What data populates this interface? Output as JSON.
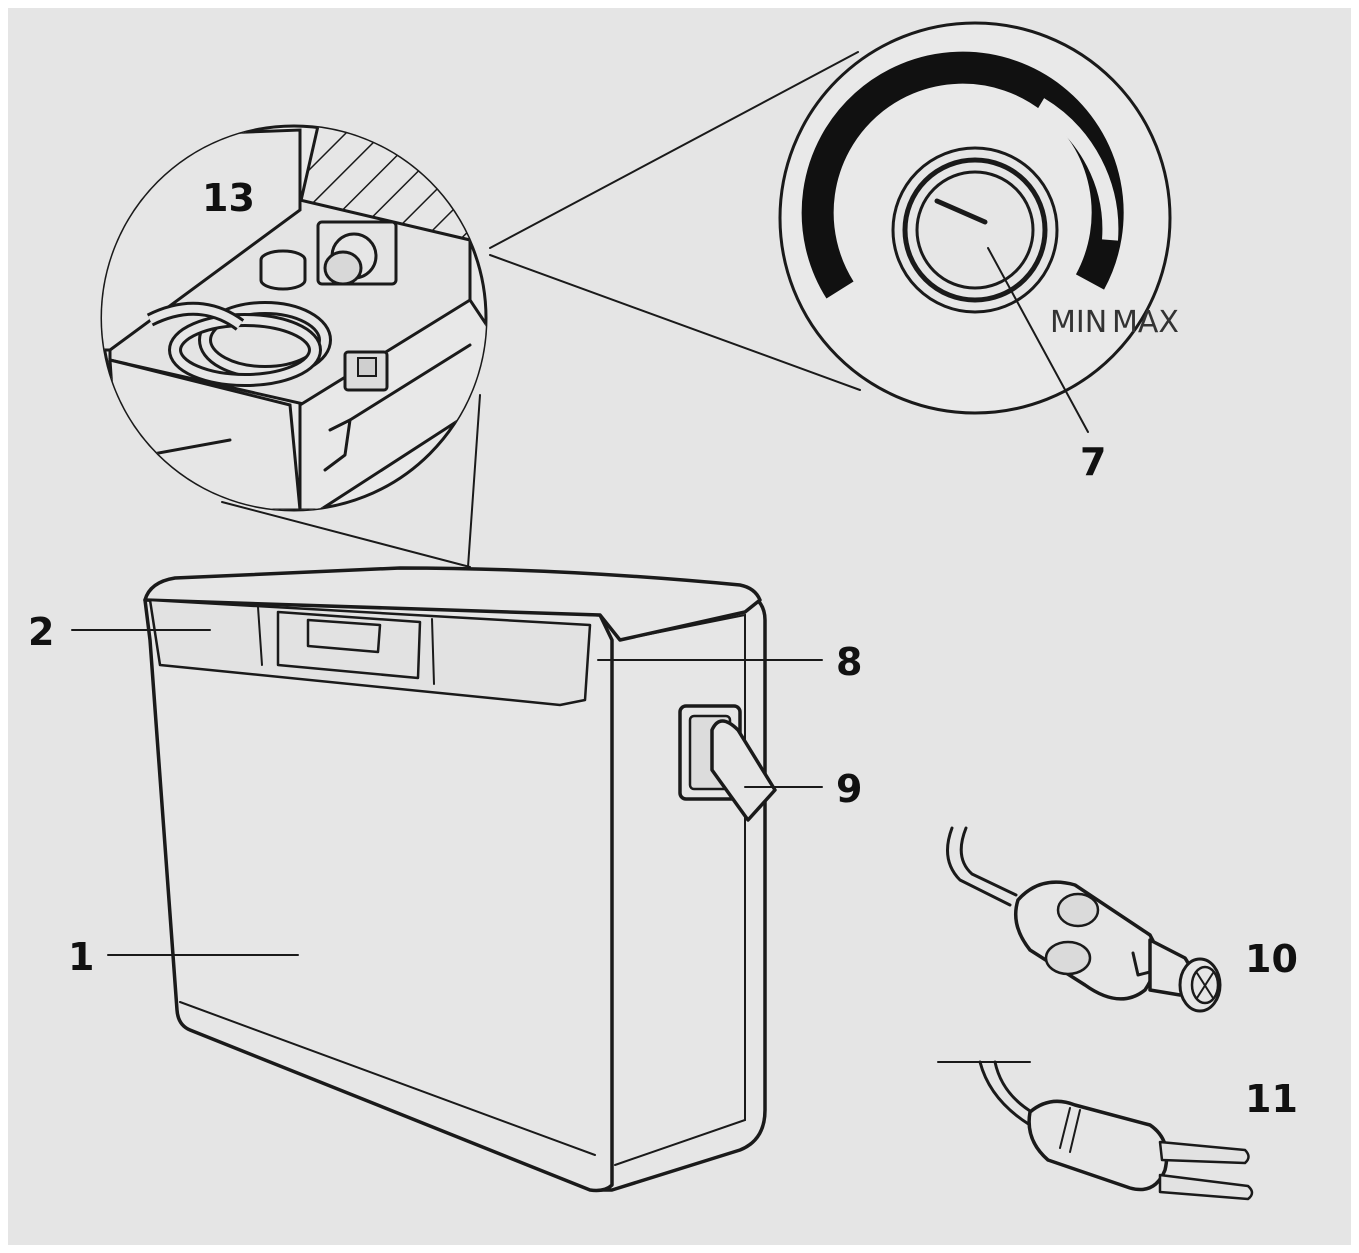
{
  "colors": {
    "background": "#e5e5e5",
    "frame": "#ffffff",
    "ink": "#1a1a1a",
    "dial_arc": "#111111"
  },
  "dial": {
    "min_label": "MIN",
    "max_label": "MAX"
  },
  "callouts": {
    "c1": "1",
    "c2": "2",
    "c7": "7",
    "c8": "8",
    "c9": "9",
    "c10": "10",
    "c11": "11",
    "c13": "13"
  }
}
